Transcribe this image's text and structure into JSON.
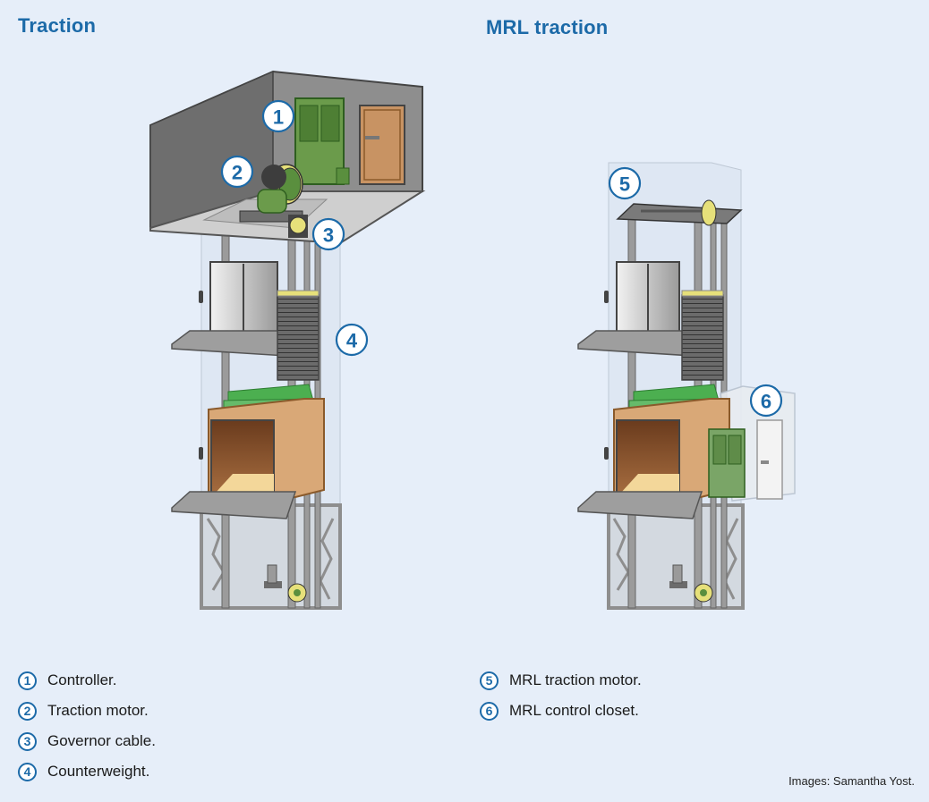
{
  "titles": {
    "left": "Traction",
    "right": "MRL traction"
  },
  "callouts": [
    "1",
    "2",
    "3",
    "4",
    "5",
    "6"
  ],
  "legend": {
    "left": [
      {
        "num": "1",
        "label": "Controller."
      },
      {
        "num": "2",
        "label": "Traction motor."
      },
      {
        "num": "3",
        "label": "Governor cable."
      },
      {
        "num": "4",
        "label": "Counterweight."
      }
    ],
    "right": [
      {
        "num": "5",
        "label": "MRL traction motor."
      },
      {
        "num": "6",
        "label": "MRL control closet."
      }
    ]
  },
  "credit": "Images: Samantha Yost.",
  "colors": {
    "accent": "#1c6aa8",
    "background": "#e6eef9",
    "controller_green": "#5a8f3e",
    "car_tan": "#d9a877",
    "counterweight_yellow": "#e6e07a"
  }
}
